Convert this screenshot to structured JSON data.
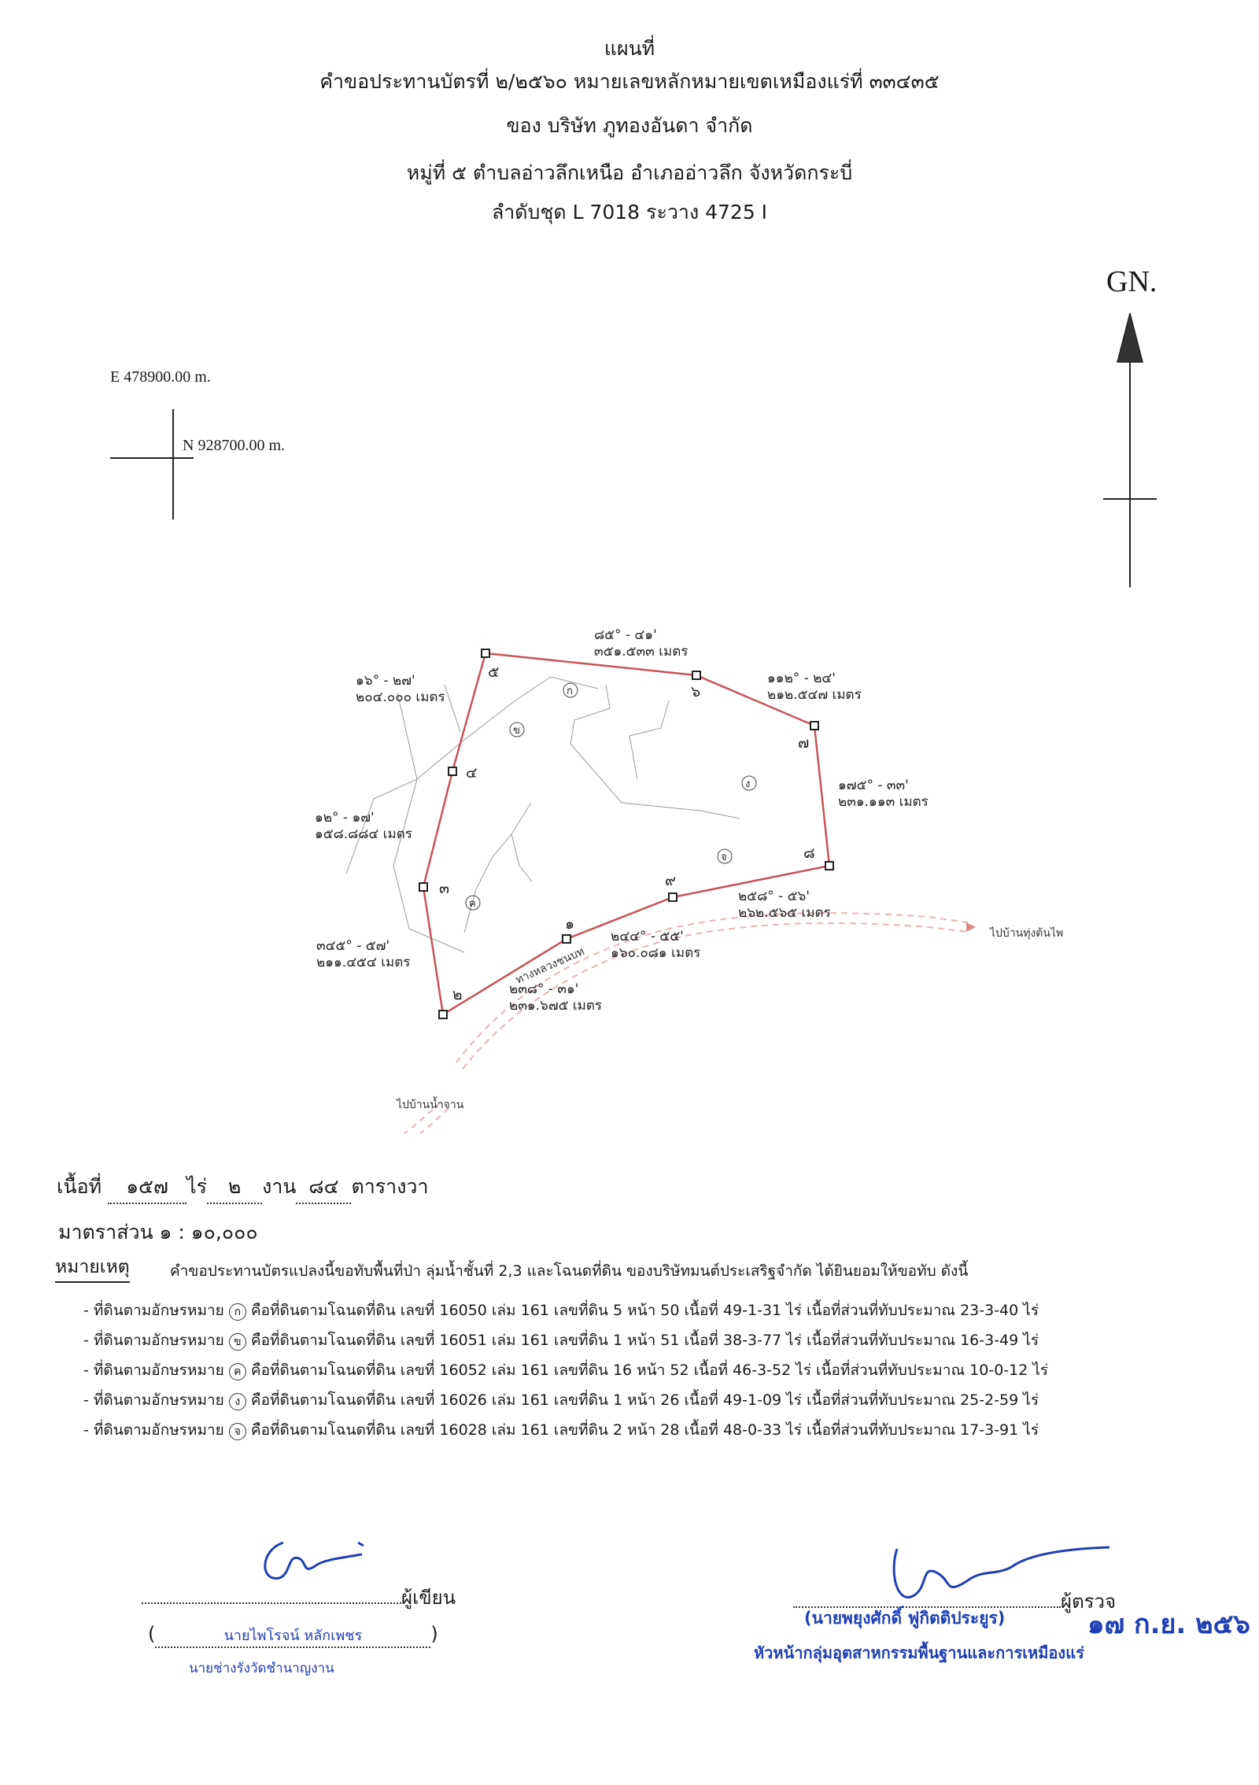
{
  "header": {
    "line1": "แผนที่",
    "line2": "คำขอประทานบัตรที่ ๒/๒๕๖๐ หมายเลขหลักหมายเขตเหมืองแร่ที่ ๓๓๔๓๕",
    "line3": "ของ บริษัท ภูทองอันดา จำกัด",
    "line4": "หมู่ที่ ๕ ตำบลอ่าวลึกเหนือ อำเภออ่าวลึก จังหวัดกระบี่",
    "line5": "ลำดับชุด L 7018 ระวาง 4725 I"
  },
  "north_arrow": {
    "label": "GN."
  },
  "reference": {
    "easting": "E 478900.00 m.",
    "northing": "N 928700.00 m."
  },
  "map": {
    "vertices": [
      "๑",
      "๒",
      "๓",
      "๔",
      "๕",
      "๖",
      "๗",
      "๘",
      "๙"
    ],
    "sides": [
      {
        "bearing": "๘๕° - ๔๑'",
        "distance": "๓๕๑.๕๓๓ เมตร"
      },
      {
        "bearing": "๑๑๒° - ๒๔'",
        "distance": "๒๑๒.๕๔๗ เมตร"
      },
      {
        "bearing": "๑๗๕° - ๓๓'",
        "distance": "๒๓๑.๑๑๓ เมตร"
      },
      {
        "bearing": "๒๕๘° - ๕๖'",
        "distance": "๒๖๒.๕๖๕ เมตร"
      },
      {
        "bearing": "๒๔๔° - ๕๕'",
        "distance": "๑๖๐.๐๘๑ เมตร"
      },
      {
        "bearing": "๒๓๘° - ๓๑'",
        "distance": "๒๓๑.๖๗๕ เมตร"
      },
      {
        "bearing": "๓๔๕° - ๕๗'",
        "distance": "๒๑๑.๔๕๔ เมตร"
      },
      {
        "bearing": "๑๒° - ๑๗'",
        "distance": "๑๕๘.๘๘๔ เมตร"
      },
      {
        "bearing": "๑๖° - ๒๗'",
        "distance": "๒๐๔.๐๐๐ เมตร"
      }
    ],
    "plot_labels": [
      "ก",
      "ข",
      "ค",
      "ง",
      "จ"
    ],
    "road_label": "ทางหลวงชนบท",
    "to_east": "ไปบ้านทุ่งต้นไพ",
    "to_southwest": "ไปบ้านน้ำจาน"
  },
  "area": {
    "prefix": "เนื้อที่",
    "rai": "๑๕๗",
    "rai_unit": "ไร่",
    "ngan": "๒",
    "ngan_unit": "งาน",
    "wa": "๘๔",
    "wa_unit": "ตารางวา"
  },
  "scale": "มาตราส่วน ๑ : ๑๐,๐๐๐",
  "remarks": {
    "title": "หมายเหตุ",
    "intro": "คำขอประทานบัตรแปลงนี้ขอทับพื้นที่ป่า ลุ่มน้ำชั้นที่ 2,3 และโฉนดที่ดิน ของบริษัทมนต์ประเสริฐจำกัด ได้ยินยอมให้ขอทับ ดังนี้",
    "parcels": [
      {
        "mark": "ก",
        "text_before": "- ที่ดินตามอักษรหมาย",
        "text_after": "คือที่ดินตามโฉนดที่ดิน เลขที่ 16050 เล่ม 161 เลขที่ดิน 5 หน้า 50 เนื้อที่ 49-1-31 ไร่ เนื้อที่ส่วนที่ทับประมาณ 23-3-40 ไร่"
      },
      {
        "mark": "ข",
        "text_before": "- ที่ดินตามอักษรหมาย",
        "text_after": "คือที่ดินตามโฉนดที่ดิน เลขที่ 16051 เล่ม 161 เลขที่ดิน 1 หน้า 51 เนื้อที่ 38-3-77 ไร่ เนื้อที่ส่วนที่ทับประมาณ 16-3-49 ไร่"
      },
      {
        "mark": "ค",
        "text_before": "- ที่ดินตามอักษรหมาย",
        "text_after": "คือที่ดินตามโฉนดที่ดิน เลขที่ 16052 เล่ม 161 เลขที่ดิน 16 หน้า 52 เนื้อที่ 46-3-52 ไร่ เนื้อที่ส่วนที่ทับประมาณ 10-0-12 ไร่"
      },
      {
        "mark": "ง",
        "text_before": "- ที่ดินตามอักษรหมาย",
        "text_after": "คือที่ดินตามโฉนดที่ดิน เลขที่ 16026 เล่ม 161 เลขที่ดิน 1 หน้า 26 เนื้อที่ 49-1-09 ไร่ เนื้อที่ส่วนที่ทับประมาณ 25-2-59 ไร่"
      },
      {
        "mark": "จ",
        "text_before": "- ที่ดินตามอักษรหมาย",
        "text_after": "คือที่ดินตามโฉนดที่ดิน เลขที่ 16028 เล่ม 161 เลขที่ดิน 2 หน้า 28 เนื้อที่ 48-0-33 ไร่ เนื้อที่ส่วนที่ทับประมาณ 17-3-91 ไร่"
      }
    ]
  },
  "signatures": {
    "writer_role": "ผู้เขียน",
    "writer_name": "นายไพโรจน์ หลักเพชร",
    "writer_title": "นายช่างรังวัดชำนาญงาน",
    "checker_role": "ผู้ตรวจ",
    "checker_name": "(นายพยุงศักดิ์ ฟูกิตติประยูร)",
    "checker_title": "หัวหน้ากลุ่มอุตสาหกรรมพื้นฐานและการเหมืองแร่",
    "date_stamp": "๑๗ ก.ย. ๒๕๖"
  }
}
